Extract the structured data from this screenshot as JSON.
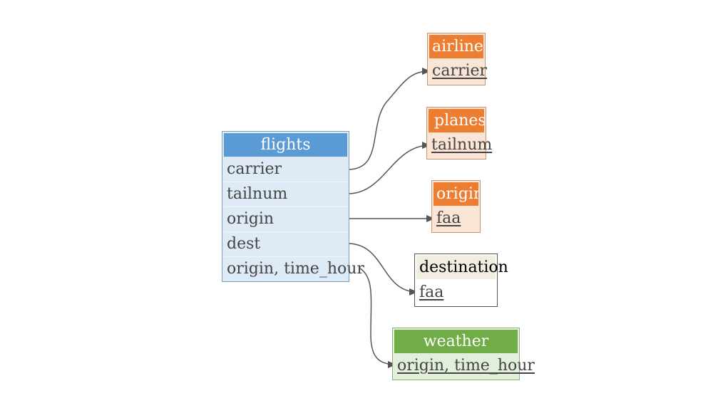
{
  "colors": {
    "ref_header": "#ed7d31",
    "ref_body": "#fbe5d6",
    "ref_border": "#c9936c",
    "main_header": "#5b9bd5",
    "main_body": "#deebf7",
    "main_border": "#7a9cbf",
    "plain_header": "#f1ede0",
    "plain_border": "#555555",
    "weather_header": "#70ad47",
    "weather_body": "#e2efda",
    "weather_border": "#8fb07a",
    "edge": "#555555"
  },
  "tables": {
    "flights": {
      "title": "flights",
      "rows": [
        "carrier",
        "tailnum",
        "origin",
        "dest",
        "origin, time_hour"
      ]
    },
    "airlines": {
      "title": "airlines",
      "key": "carrier"
    },
    "planes": {
      "title": "planes",
      "key": "tailnum"
    },
    "origin": {
      "title": "origin",
      "key": "faa"
    },
    "destination": {
      "title": "destination",
      "key": "faa"
    },
    "weather": {
      "title": "weather",
      "key": "origin, time_hour"
    }
  },
  "edges": [
    {
      "from": "flights.carrier",
      "to": "airlines.carrier"
    },
    {
      "from": "flights.tailnum",
      "to": "planes.tailnum"
    },
    {
      "from": "flights.origin",
      "to": "origin.faa"
    },
    {
      "from": "flights.dest",
      "to": "destination.faa"
    },
    {
      "from": "flights.origin, time_hour",
      "to": "weather.origin, time_hour"
    }
  ]
}
